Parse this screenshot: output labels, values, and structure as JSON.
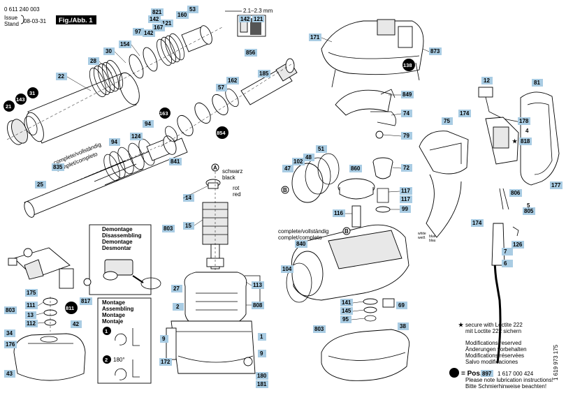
{
  "header": {
    "doc_number": "0 611 240 003",
    "issue_label": "Issue",
    "stand_label": "Stand",
    "issue_date": "08-03-31",
    "figure_label": "Fig./Abb. 1",
    "gap_dimension": "2.1–2.3 mm",
    "gap_part_a": "142",
    "gap_part_b": "121"
  },
  "callouts": {
    "p821": "821",
    "p160": "160",
    "p53": "53",
    "p142": "142",
    "p121": "121",
    "p167": "167",
    "p97": "97",
    "p154": "154",
    "p30": "30",
    "p28": "28",
    "p22": "22",
    "p171": "171",
    "p873": "873",
    "p138": "138",
    "p856": "856",
    "p185": "185",
    "p162": "162",
    "p57": "57",
    "p849": "849",
    "p12": "12",
    "p81": "81",
    "p21": "21",
    "p143": "143",
    "p31": "31",
    "p163": "163",
    "p74": "74",
    "p174a": "174",
    "p75": "75",
    "p178": "178",
    "p4": "4",
    "p818": "818",
    "p94a": "94",
    "p124": "124",
    "p94b": "94",
    "p854": "854",
    "p79": "79",
    "p835": "835",
    "p841": "841",
    "p51": "51",
    "p48": "48",
    "p102": "102",
    "p47": "47",
    "p860": "860",
    "p72": "72",
    "p177": "177",
    "p25": "25",
    "p14": "14",
    "p117a": "117",
    "p117b": "117",
    "p806": "806",
    "p5": "5",
    "p805": "805",
    "p99": "99",
    "p116": "116",
    "p174b": "174",
    "p803a": "803",
    "p15": "15",
    "p840": "840",
    "p126": "126",
    "p7": "7",
    "p6": "6",
    "p104": "104",
    "p27": "27",
    "p113": "113",
    "p175": "175",
    "p817": "817",
    "p811": "811",
    "p803b": "803",
    "p111": "111",
    "p13": "13",
    "p112": "112",
    "p42": "42",
    "p2": "2",
    "p808": "808",
    "p141": "141",
    "p145": "145",
    "p69": "69",
    "p95": "95",
    "p803c": "803",
    "p38": "38",
    "p34": "34",
    "p176": "176",
    "p9a": "9",
    "p1": "1",
    "p9b": "9",
    "p172": "172",
    "p43": "43",
    "p180": "180",
    "p181": "181"
  },
  "labels": {
    "schwarz": "schwarz",
    "black": "black",
    "rot": "rot",
    "red": "red",
    "complete_1": "complete/vollständig",
    "complete_2": "complet/completo",
    "complete_3": "complete/vollständig",
    "complete_4": "complet/completo",
    "white": "white",
    "weiß": "weiß",
    "blue": "blue",
    "blau": "blau",
    "marker_a": "A",
    "marker_b": "B"
  },
  "dismount_box": {
    "title_1": "Demontage",
    "title_2": "Disassembling",
    "title_3": "Demontage",
    "title_4": "Desmontar"
  },
  "mount_box": {
    "title_1": "Montage",
    "title_2": "Assembling",
    "title_3": "Montage",
    "title_4": "Montaje",
    "step_1": "1",
    "step_2": "2",
    "angle": "180°"
  },
  "notes": {
    "loctite_1": "secure with Loctite 222",
    "loctite_2": "mit Loctite 222 sichern",
    "mod_1": "Modifications reserved",
    "mod_2": "Änderungen vorbehalten",
    "mod_3": "Modifications réservées",
    "mod_4": "Salvo modificaciones",
    "pos_label": "= Pos.",
    "pos_number": "897",
    "pos_part": "1 617 000 424",
    "lube_1": "Please note lubrication instructions!",
    "lube_2": "Bitte Schmierhinweise beachten!",
    "side_code": "1 619 973 175"
  },
  "colors": {
    "callout_box": "#a9cce3",
    "lube_dot": "#000000"
  }
}
